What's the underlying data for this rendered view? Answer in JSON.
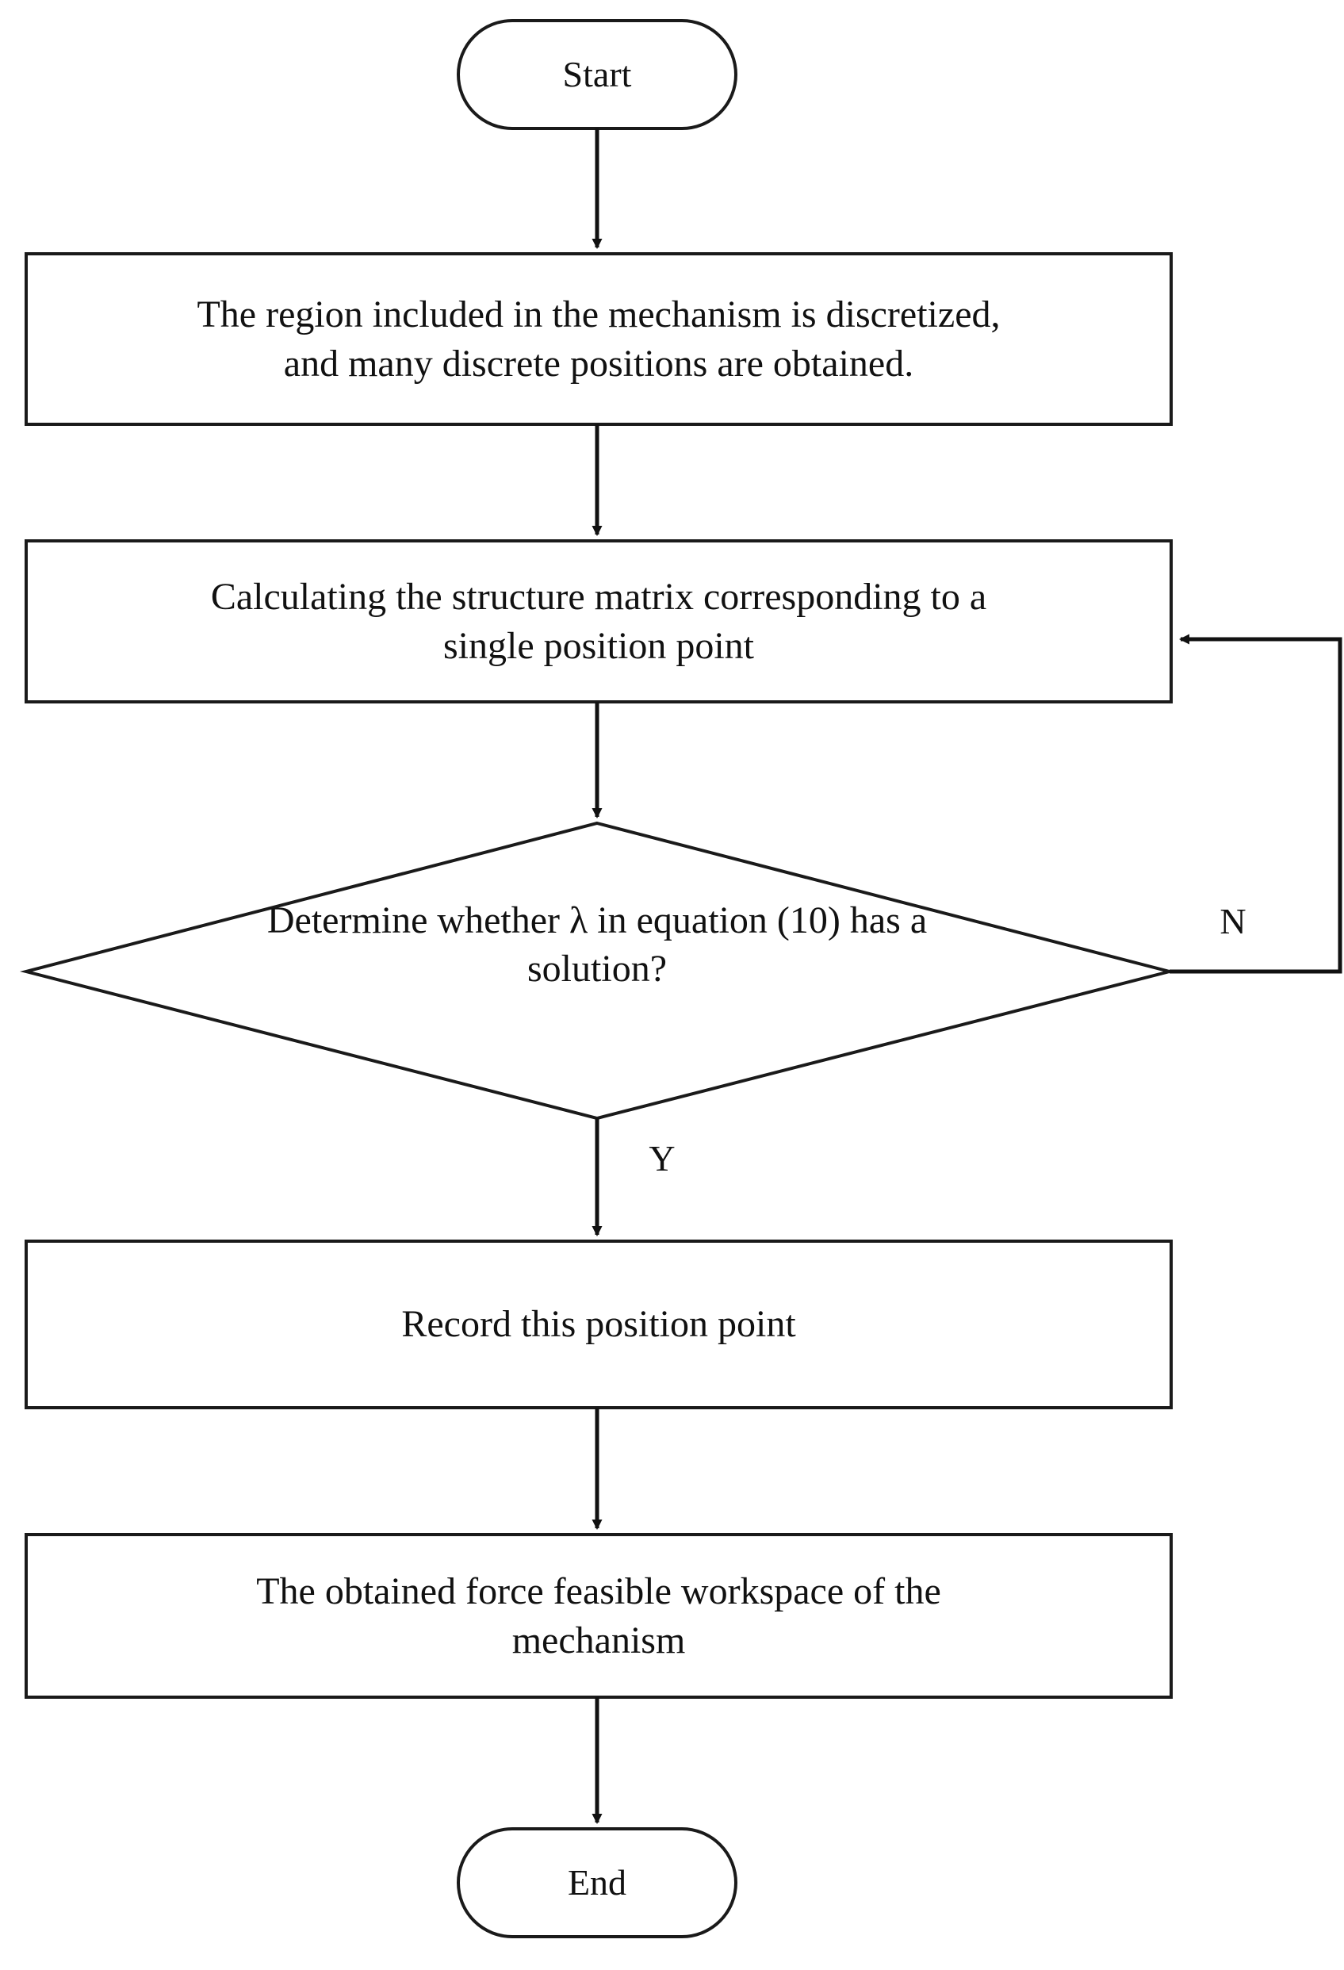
{
  "diagram": {
    "title": "Force feasible workspace determination flowchart",
    "type": "flowchart",
    "orientation": "top-to-bottom",
    "background_color": "#ffffff",
    "stroke_color": "#1a1a1a",
    "text_color": "#111111"
  },
  "nodes": {
    "start": {
      "shape": "terminator",
      "label": "Start"
    },
    "discretize": {
      "shape": "process",
      "label": "The region included in the mechanism is discretized,\nand many discrete positions are obtained."
    },
    "calculate": {
      "shape": "process",
      "label": "Calculating the structure matrix corresponding to a\nsingle position point"
    },
    "decision": {
      "shape": "decision",
      "label": "Determine whether λ in equation (10) has a\nsolution?"
    },
    "record": {
      "shape": "process",
      "label": "Record this position  point"
    },
    "workspace": {
      "shape": "process",
      "label": "The obtained force feasible workspace of the\nmechanism"
    },
    "end": {
      "shape": "terminator",
      "label": "End"
    }
  },
  "edges": {
    "yes_label": "Y",
    "no_label": "N"
  }
}
